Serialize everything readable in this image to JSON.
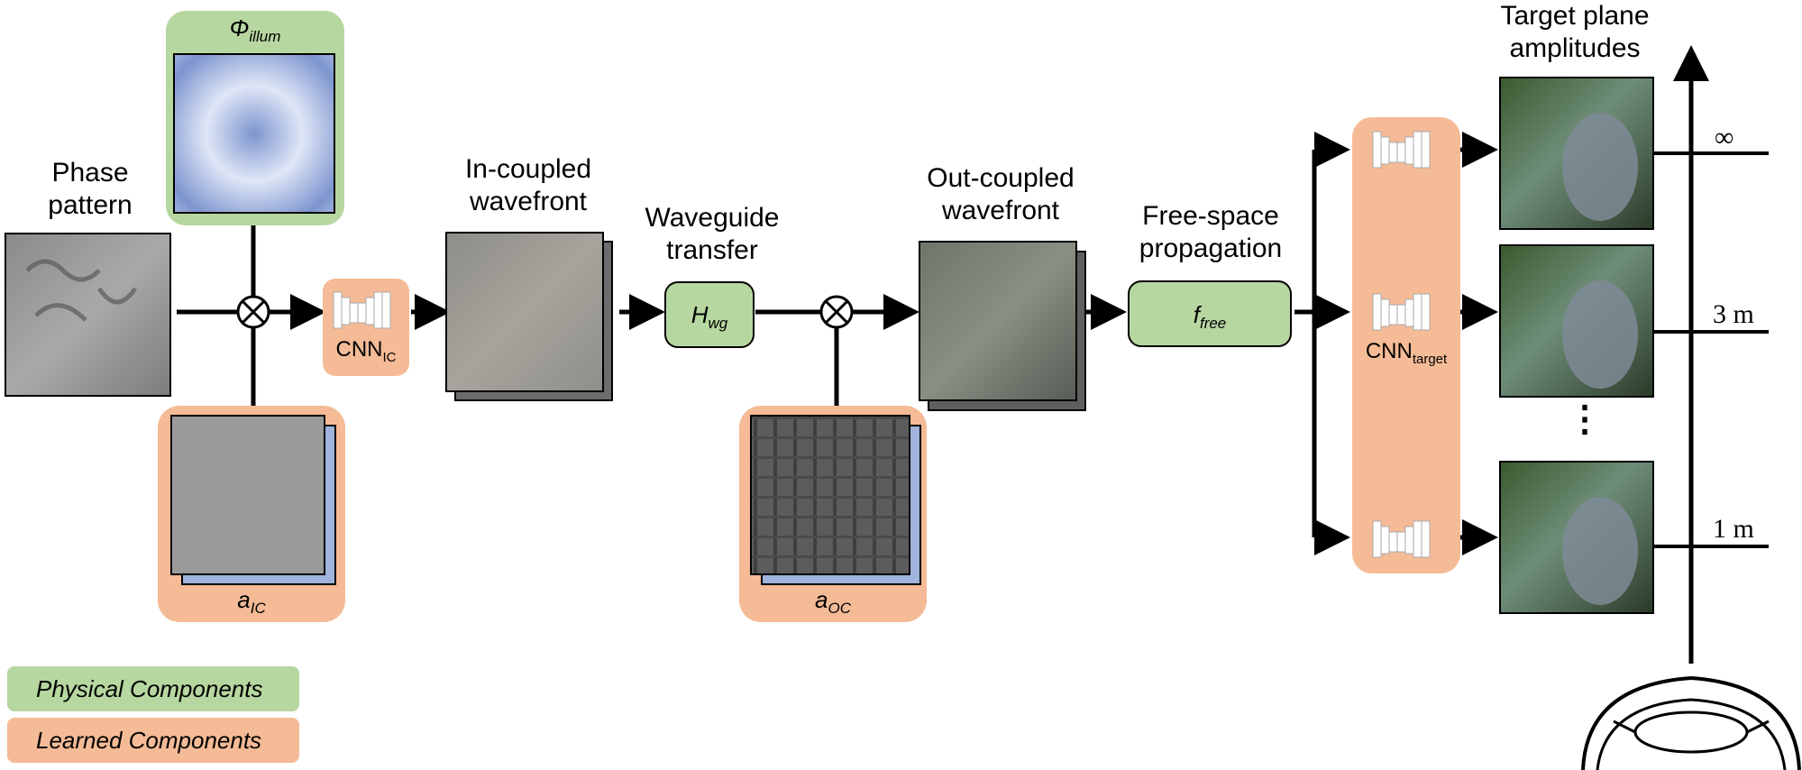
{
  "labels": {
    "phase_pattern": "Phase\npattern",
    "in_coupled": "In-coupled\nwavefront",
    "waveguide": "Waveguide\ntransfer",
    "out_coupled": "Out-coupled\nwavefront",
    "free_space": "Free-space\npropagation",
    "target_plane": "Target plane\namplitudes"
  },
  "symbols": {
    "phi_base": "Φ",
    "phi_sub": "illum",
    "a_ic_base": "a",
    "a_ic_sub": "IC",
    "a_oc_base": "a",
    "a_oc_sub": "OC",
    "h_wg_base": "H",
    "h_wg_sub": "wg",
    "f_free_base": "f",
    "f_free_sub": "free",
    "cnn_ic_base": "CNN",
    "cnn_ic_sub": "IC",
    "cnn_target_base": "CNN",
    "cnn_target_sub": "target"
  },
  "distances": [
    "∞",
    "3 m",
    "1 m"
  ],
  "ellipsis": "⋮",
  "legend": {
    "physical": "Physical Components",
    "learned": "Learned Components"
  },
  "colors": {
    "physical": "#b7d7a0",
    "learned": "#f4bb96",
    "phi_pattern": "#6e88c6",
    "plane_back": "#9fb3dc"
  }
}
